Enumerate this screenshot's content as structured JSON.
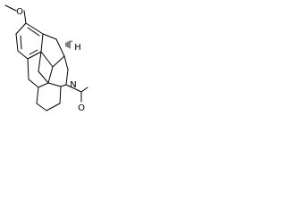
{
  "structure": {
    "atoms": {
      "oxygen_ether": "O",
      "hydrogen": "H",
      "nitrogen": "N",
      "oxygen_carbonyl": "O"
    },
    "stereo_mark": "''"
  }
}
